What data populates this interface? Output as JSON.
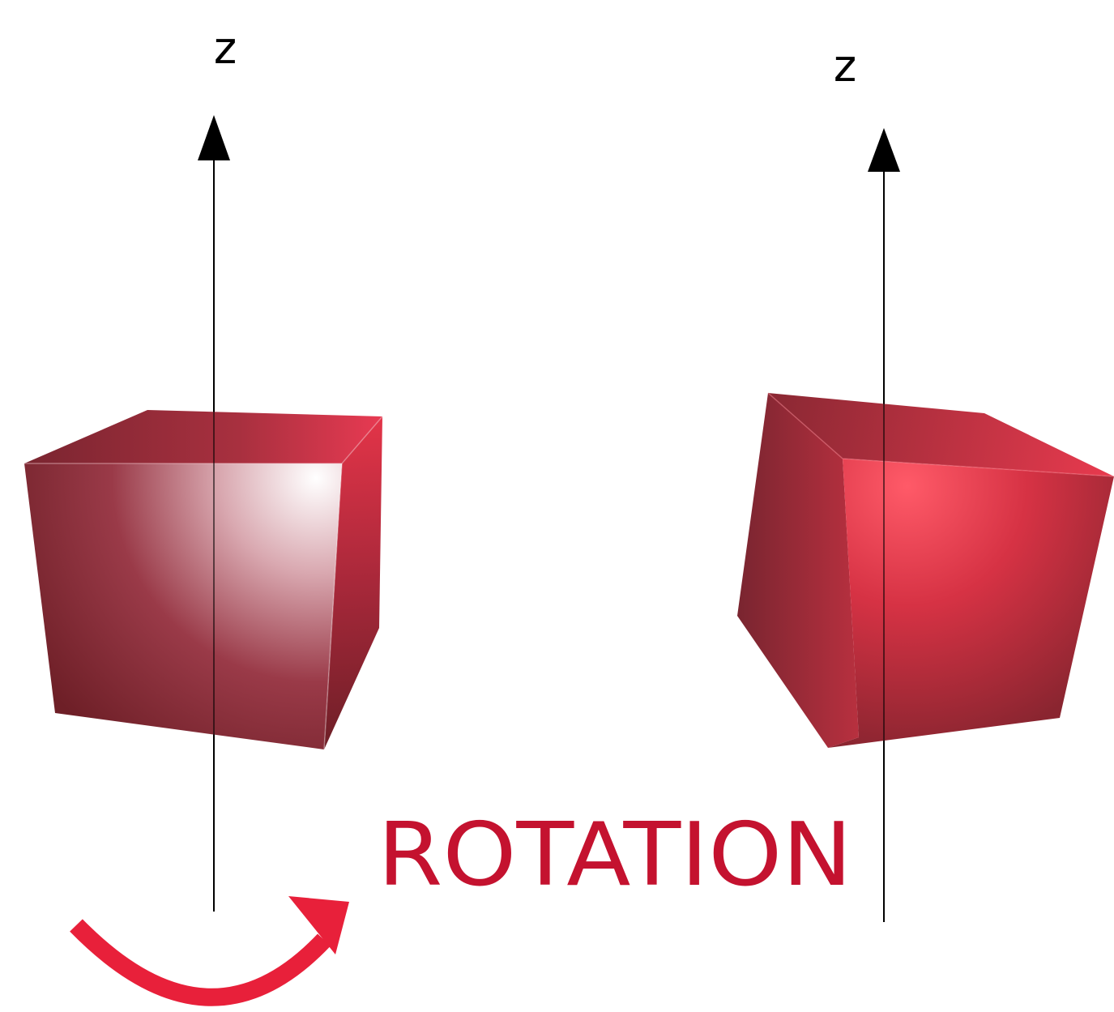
{
  "left_axis": {
    "label": "z"
  },
  "right_axis": {
    "label": "z"
  },
  "rotation_label": "ROTATION",
  "colors": {
    "axis": "#000000",
    "cube_base": "#c0283e",
    "cube_dark": "#6e1f27",
    "cube_highlight": "#ffffff",
    "rotation_text": "#c4122f",
    "rotation_arrow": "#e8203a"
  },
  "icons": {
    "rotation_arrow": "curved-arrow-icon"
  }
}
